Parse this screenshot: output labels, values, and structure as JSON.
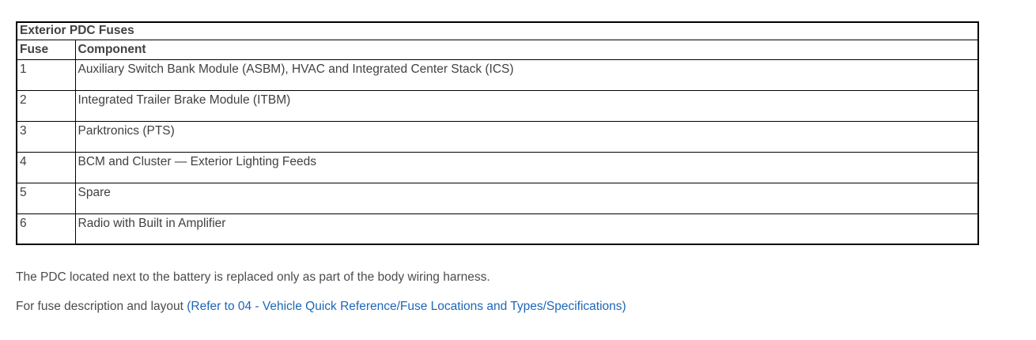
{
  "table": {
    "title": "Exterior PDC Fuses",
    "columns": {
      "fuse": "Fuse",
      "component": "Component"
    },
    "rows": [
      {
        "fuse": "1",
        "component": "Auxiliary Switch Bank Module (ASBM), HVAC and Integrated Center Stack (ICS)"
      },
      {
        "fuse": "2",
        "component": "Integrated Trailer Brake Module (ITBM)"
      },
      {
        "fuse": "3",
        "component": "Parktronics (PTS)"
      },
      {
        "fuse": "4",
        "component": "BCM and Cluster — Exterior Lighting Feeds"
      },
      {
        "fuse": "5",
        "component": "Spare"
      },
      {
        "fuse": "6",
        "component": "Radio with Built in Amplifier"
      }
    ]
  },
  "notes": {
    "pdc_note": "The PDC located next to the battery is replaced only as part of the body wiring harness.",
    "fuse_reference_prefix": "For fuse description and layout ",
    "fuse_reference_link": "(Refer to 04 - Vehicle Quick Reference/Fuse Locations and Types/Specifications)"
  },
  "colors": {
    "link": "#1e66b8",
    "body_text": "#4c4c4c",
    "table_text": "#414141",
    "table_border": "#000000"
  }
}
